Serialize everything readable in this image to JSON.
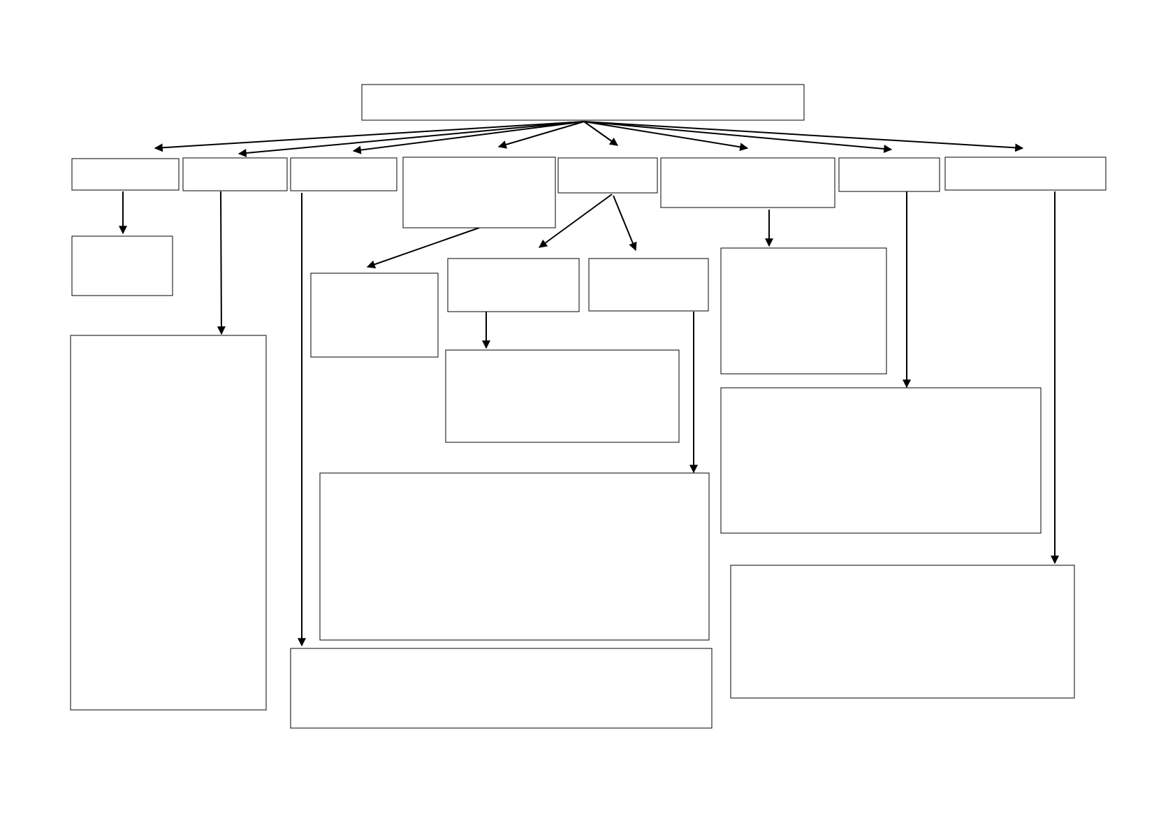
{
  "diagram": {
    "type": "blank-hierarchy-chart",
    "box_count": 21,
    "connector_count": 17,
    "line_color": "#000000",
    "background_color": "#ffffff",
    "boxes": [
      {
        "id": "root",
        "label": ""
      },
      {
        "id": "level1-1",
        "label": ""
      },
      {
        "id": "level1-2",
        "label": ""
      },
      {
        "id": "level1-3",
        "label": ""
      },
      {
        "id": "level1-4",
        "label": ""
      },
      {
        "id": "level1-5",
        "label": ""
      },
      {
        "id": "level1-6",
        "label": ""
      },
      {
        "id": "level1-7",
        "label": ""
      },
      {
        "id": "level1-8",
        "label": ""
      },
      {
        "id": "child-of-1",
        "label": ""
      },
      {
        "id": "child-of-2",
        "label": ""
      },
      {
        "id": "child-of-3",
        "label": ""
      },
      {
        "id": "child-of-4",
        "label": ""
      },
      {
        "id": "child-of-5-left",
        "label": ""
      },
      {
        "id": "child-of-5-right",
        "label": ""
      },
      {
        "id": "grandchild-of-5-left",
        "label": ""
      },
      {
        "id": "grandchild-of-5-right",
        "label": ""
      },
      {
        "id": "child-of-6",
        "label": ""
      },
      {
        "id": "child-of-7",
        "label": ""
      },
      {
        "id": "child-of-8",
        "label": ""
      }
    ]
  }
}
